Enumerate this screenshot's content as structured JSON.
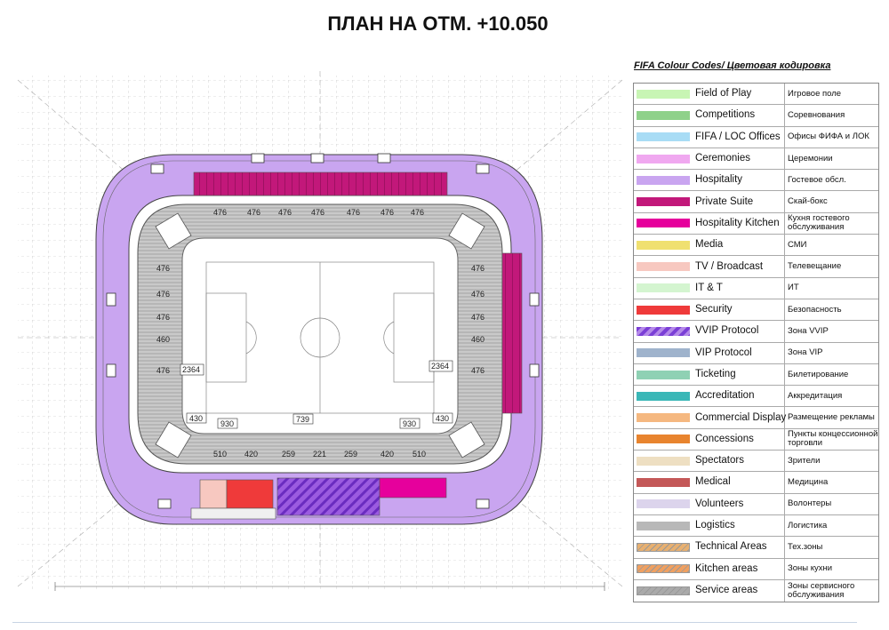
{
  "title": "ПЛАН НА ОТМ. +10.050",
  "legend": {
    "title": "FIFA Colour Codes/ Цветовая кодировка",
    "items": [
      {
        "en": "Field of Play",
        "ru": "Игровое поле",
        "color": "#c8f5b4"
      },
      {
        "en": "Competitions",
        "ru": "Соревнования",
        "color": "#8fd18a"
      },
      {
        "en": "FIFA / LOC Offices",
        "ru": "Офисы ФИФА и ЛОК",
        "color": "#a8dcf5"
      },
      {
        "en": "Ceremonies",
        "ru": "Церемонии",
        "color": "#f0a8f0"
      },
      {
        "en": "Hospitality",
        "ru": "Гостевое обсл.",
        "color": "#c9a5f0"
      },
      {
        "en": "Private Suite",
        "ru": "Скай-бокс",
        "color": "#c2187a"
      },
      {
        "en": "Hospitality Kitchen",
        "ru": "Кухня гостевого обслуживания",
        "color": "#e6009c"
      },
      {
        "en": "Media",
        "ru": "СМИ",
        "color": "#f0e070"
      },
      {
        "en": "TV / Broadcast",
        "ru": "Телевещание",
        "color": "#f7c8c0"
      },
      {
        "en": "IT & T",
        "ru": "ИТ",
        "color": "#d4f5d0"
      },
      {
        "en": "Security",
        "ru": "Безопасность",
        "color": "#ef3a3a"
      },
      {
        "en": "VVIP Protocol",
        "ru": "Зона VVIP",
        "color": "#7b3fd6"
      },
      {
        "en": "VIP Protocol",
        "ru": "Зона VIP",
        "color": "#9fb3cc"
      },
      {
        "en": "Ticketing",
        "ru": "Билетирование",
        "color": "#8fd1b4"
      },
      {
        "en": "Accreditation",
        "ru": "Аккредитация",
        "color": "#3ab7b7"
      },
      {
        "en": "Commercial Display",
        "ru": "Размещение рекламы",
        "color": "#f5b880"
      },
      {
        "en": "Concessions",
        "ru": "Пункты концессионной торговли",
        "color": "#e8842e"
      },
      {
        "en": "Spectators",
        "ru": "Зрители",
        "color": "#eedfc2"
      },
      {
        "en": "Medical",
        "ru": "Медицина",
        "color": "#c45858"
      },
      {
        "en": "Volunteers",
        "ru": "Волонтеры",
        "color": "#dcd4ec"
      },
      {
        "en": "Logistics",
        "ru": "Логистика",
        "color": "#b8b8b8"
      },
      {
        "en": "Technical Areas",
        "ru": "Тех.зоны",
        "color": "#e8b070"
      },
      {
        "en": "Kitchen areas",
        "ru": "Зоны кухни",
        "color": "#f0a060"
      },
      {
        "en": "Service areas",
        "ru": "Зоны сервисного обслуживания",
        "color": "#aaaaaa"
      }
    ]
  },
  "plan": {
    "top_labels": [
      "476",
      "476",
      "476",
      "476",
      "476",
      "476",
      "476"
    ],
    "left_labels": [
      "476",
      "476",
      "476",
      "460",
      "476",
      "2364"
    ],
    "right_labels": [
      "476",
      "476",
      "476",
      "460",
      "476",
      "2364"
    ],
    "bottom_labels": [
      "430",
      "930",
      "739",
      "930",
      "430"
    ],
    "bottom_row": [
      "510",
      "420",
      "259",
      "221",
      "259",
      "420",
      "510"
    ]
  }
}
